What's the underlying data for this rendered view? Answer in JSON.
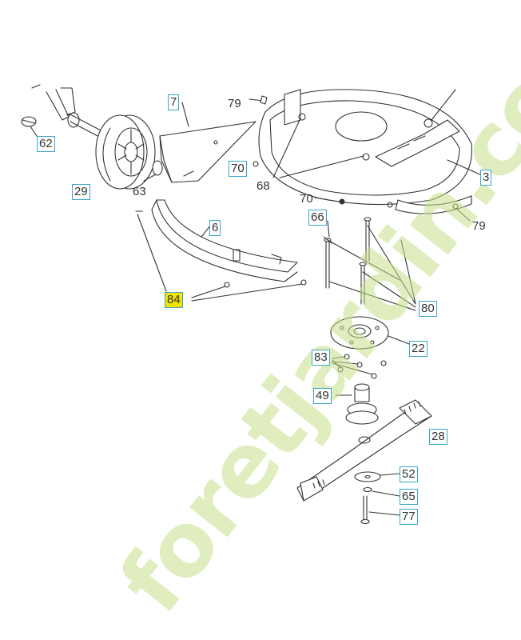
{
  "diagram": {
    "watermark": "foretjardin.com",
    "callouts": [
      {
        "id": "c62",
        "text": "62",
        "boxed": true
      },
      {
        "id": "c29",
        "text": "29",
        "boxed": true
      },
      {
        "id": "c63",
        "text": "63",
        "boxed": false
      },
      {
        "id": "c7",
        "text": "7",
        "boxed": true
      },
      {
        "id": "c79a",
        "text": "79",
        "boxed": false
      },
      {
        "id": "c70a",
        "text": "70",
        "boxed": true
      },
      {
        "id": "c68",
        "text": "68",
        "boxed": false
      },
      {
        "id": "c70b",
        "text": "70",
        "boxed": false
      },
      {
        "id": "c3",
        "text": "3",
        "boxed": true
      },
      {
        "id": "c79b",
        "text": "79",
        "boxed": false
      },
      {
        "id": "c6",
        "text": "6",
        "boxed": true
      },
      {
        "id": "c66",
        "text": "66",
        "boxed": true
      },
      {
        "id": "c84",
        "text": "84",
        "boxed": true,
        "highlight": true
      },
      {
        "id": "c80",
        "text": "80",
        "boxed": true
      },
      {
        "id": "c22",
        "text": "22",
        "boxed": true
      },
      {
        "id": "c83",
        "text": "83",
        "boxed": true
      },
      {
        "id": "c49",
        "text": "49",
        "boxed": true
      },
      {
        "id": "c28",
        "text": "28",
        "boxed": true
      },
      {
        "id": "c52",
        "text": "52",
        "boxed": true
      },
      {
        "id": "c65",
        "text": "65",
        "boxed": true
      },
      {
        "id": "c77",
        "text": "77",
        "boxed": true
      }
    ]
  }
}
